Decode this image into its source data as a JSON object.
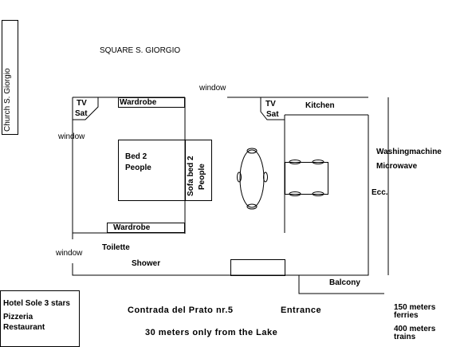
{
  "labels": {
    "church": "Church  S. Giorgio",
    "square": "SQUARE   S. GIORGIO",
    "window_top": "window",
    "window_left_top": "window",
    "window_left_bottom": "window",
    "tv_left_1": "TV",
    "tv_left_2": "Sat",
    "wardrobe_top": "Wardrobe",
    "tv_right_1": "TV",
    "tv_right_2": "Sat",
    "kitchen": "Kitchen",
    "washing": "Washingmachine",
    "microwave": "Microwave",
    "ecc": "Ecc.",
    "bed_1": "Bed  2",
    "bed_2": "People",
    "sofa_1": "Sofa bed 2",
    "sofa_2": "People",
    "wardrobe_bottom": "Wardrobe",
    "toilette": "Toilette",
    "shower": "Shower",
    "balcony": "Balcony",
    "hotel_1": "Hotel Sole 3 stars",
    "hotel_2": "Pizzeria",
    "hotel_3": "Restaurant",
    "address": "Contrada del Prato nr.5",
    "entrance": "Entrance",
    "lake": "30 meters only from the Lake",
    "ferries_1": "150 meters",
    "ferries_2": "ferries",
    "trains_1": "400 meters",
    "trains_2": "trains"
  }
}
